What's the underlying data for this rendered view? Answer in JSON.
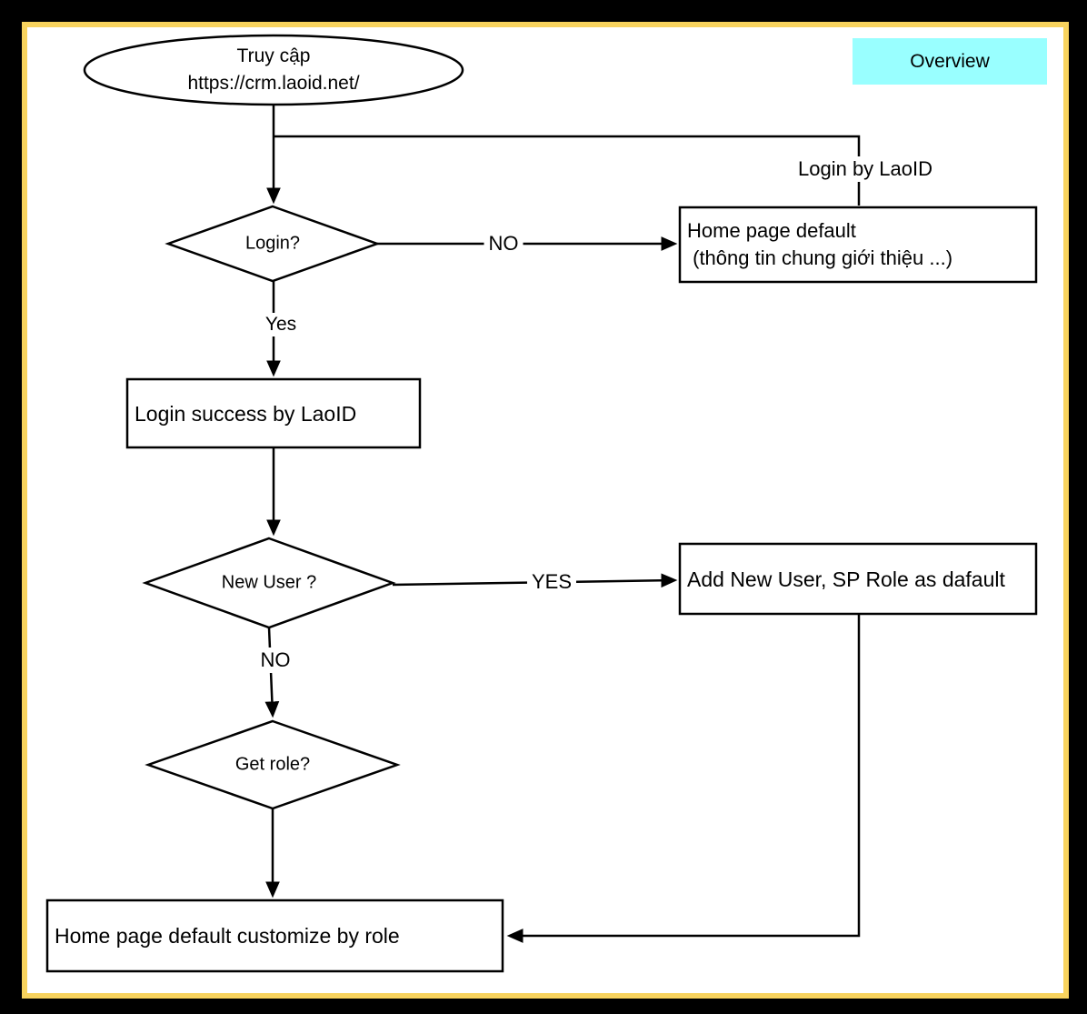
{
  "frame": {
    "outer_color": "#000000",
    "inner_border_color": "#F8D35E",
    "canvas_color": "#FFFFFF",
    "line_color": "#000000"
  },
  "overview": {
    "label": "Overview",
    "bg": "#99FFFF"
  },
  "nodes": {
    "start": {
      "type": "ellipse",
      "line1": "Truy cập",
      "line2": "https://crm.laoid.net/"
    },
    "login_decision": {
      "type": "diamond",
      "label": "Login?"
    },
    "home_default": {
      "type": "rect",
      "line1": "Home page default",
      "line2": " (thông tin chung giới thiệu ...)"
    },
    "login_success": {
      "type": "rect",
      "label": "Login success by LaoID"
    },
    "new_user_decision": {
      "type": "diamond",
      "label": "New User ?"
    },
    "add_new_user": {
      "type": "rect",
      "label": "Add New User, SP Role as dafault"
    },
    "get_role_decision": {
      "type": "diamond",
      "label": "Get role?"
    },
    "home_custom": {
      "type": "rect",
      "label": "Home page default customize by role"
    }
  },
  "edge_labels": {
    "login_by_laoid": "Login by LaoID",
    "login_no": "NO",
    "login_yes": "Yes",
    "new_user_yes": "YES",
    "new_user_no": "NO"
  }
}
